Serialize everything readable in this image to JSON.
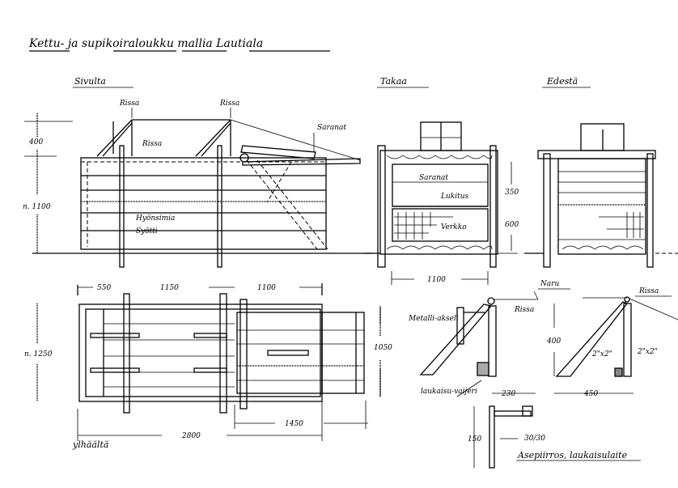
{
  "title": "Kettu- ja supikoiraloukku mallia Lautiala",
  "views": {
    "side": {
      "heading": "Sivulta",
      "labels": {
        "rissa_left": "Rissa",
        "rissa_right": "Rissa",
        "rissa_small": "Rissa",
        "saranat": "Saranat",
        "height_top": "400",
        "height_total": "n. 1100",
        "bait_area": "Hyönsimia",
        "bait": "Syötti"
      }
    },
    "top": {
      "heading": "ylhäältä",
      "labels": {
        "d550": "550",
        "d1150": "1150",
        "d1100": "1100",
        "width": "n. 1250",
        "d1050": "1050",
        "length": "2800",
        "d1450": "1450"
      }
    },
    "back": {
      "heading": "Takaa",
      "labels": {
        "saranat": "Saranat",
        "lukitus": "Lukitus",
        "verkko": "Verkko",
        "d350": "350",
        "d600": "600",
        "width": "1100"
      }
    },
    "front": {
      "heading": "Edestä"
    },
    "detail": {
      "heading": "Asepiirros, laukaisulaite",
      "labels": {
        "naru": "Naru",
        "rissa": "Rissa",
        "rissa2": "Rissa",
        "akseli": "Metalli-akseli",
        "vaijeri": "laukaisu-vaijeri",
        "d400": "400",
        "beam1": "2\"x2\"",
        "beam2": "2\"x2\"",
        "d230": "230",
        "d450": "450",
        "d150": "150",
        "d30": "30/30"
      }
    }
  }
}
